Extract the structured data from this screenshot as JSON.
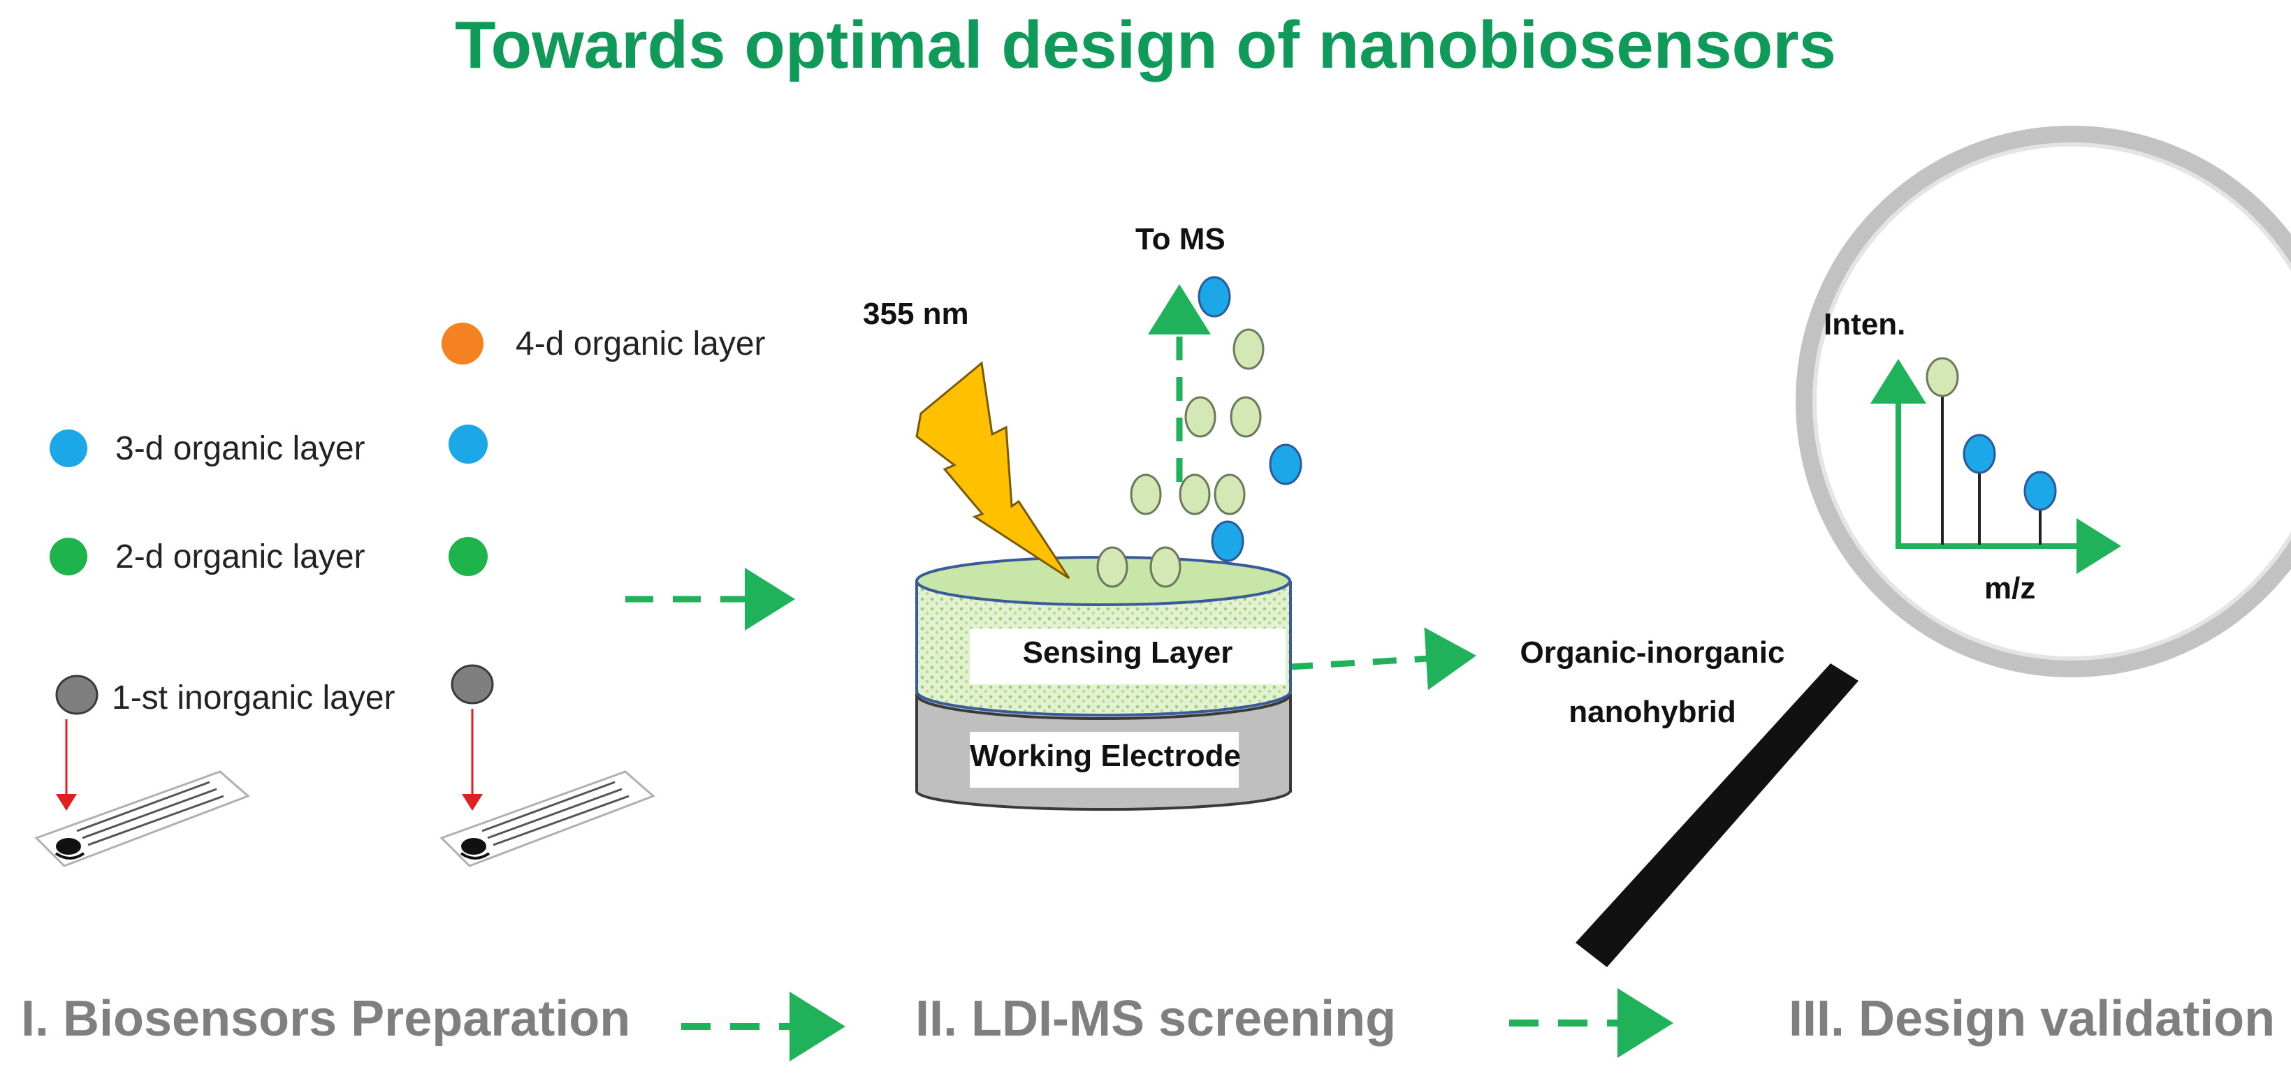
{
  "title": "Towards optimal design of nanobiosensors",
  "layers": {
    "fourth": "4-d organic layer",
    "third": "3-d organic layer",
    "second": "2-d organic layer",
    "first": "1-st inorganic layer"
  },
  "laser_label": "355 nm",
  "to_ms_label": "To MS",
  "sensing_layer_label": "Sensing Layer",
  "working_electrode_label": "Working Electrode",
  "hybrid_label_line1": "Organic-inorganic",
  "hybrid_label_line2": "nanohybrid",
  "spectrum": {
    "y_axis_label": "Inten.",
    "x_axis_label": "m/z"
  },
  "stages": {
    "one": "I. Biosensors Preparation",
    "two": "II. LDI-MS screening",
    "three": "III. Design validation"
  },
  "colors": {
    "title_green": "#0f9a5a",
    "arrow_green": "#1fb25a",
    "layer_orange": "#f58220",
    "layer_blue": "#1ba7e8",
    "layer_green": "#1fb34b",
    "inorganic_grey": "#808080",
    "analyte_pale_green": "#d3e8b4",
    "electrode_grey": "#bfbfbf",
    "laser_yellow": "#ffc000",
    "stage_label_grey": "#7f7f7f"
  }
}
